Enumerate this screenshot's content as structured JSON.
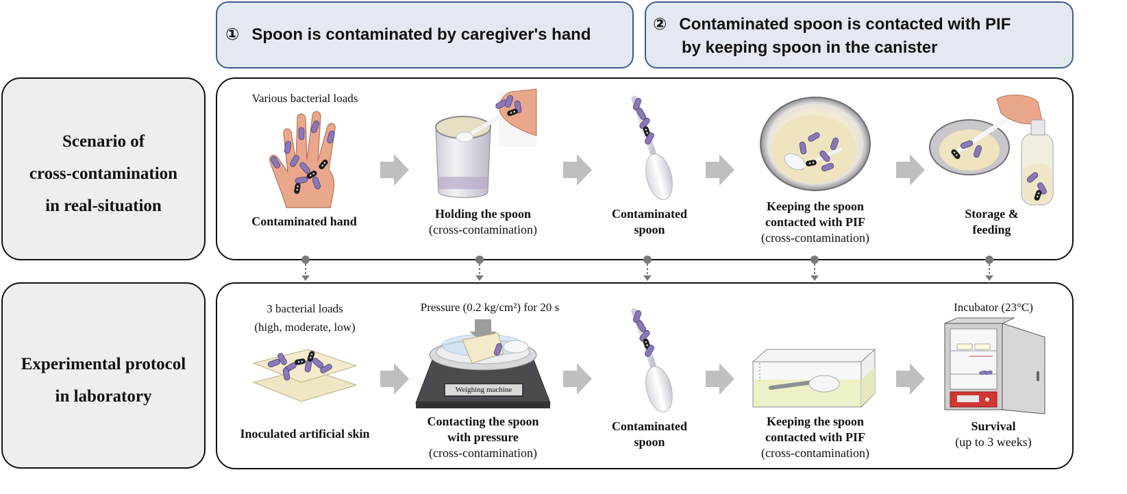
{
  "headers": [
    {
      "number": "①",
      "lines": [
        "Spoon is contaminated by caregiver's hand"
      ]
    },
    {
      "number": "②",
      "lines": [
        "Contaminated spoon is contacted with PIF",
        "by keeping spoon in the canister"
      ]
    }
  ],
  "rows": [
    {
      "label_lines": [
        "Scenario of",
        "cross-contamination",
        "in real-situation"
      ],
      "steps": [
        {
          "top_note": "Various bacterial loads",
          "bold_lines": [
            "Contaminated hand"
          ],
          "normal_lines": []
        },
        {
          "top_note": "",
          "bold_lines": [
            "Holding the spoon"
          ],
          "normal_lines": [
            "(cross-contamination)"
          ]
        },
        {
          "top_note": "",
          "bold_lines": [
            "Contaminated",
            "spoon"
          ],
          "normal_lines": []
        },
        {
          "top_note": "",
          "bold_lines": [
            "Keeping the spoon",
            "contacted with PIF"
          ],
          "normal_lines": [
            "(cross-contamination)"
          ]
        },
        {
          "top_note": "",
          "bold_lines": [
            "Storage &",
            "feeding"
          ],
          "normal_lines": []
        }
      ]
    },
    {
      "label_lines": [
        "Experimental protocol",
        "in laboratory"
      ],
      "steps": [
        {
          "top_note_lines": [
            "3 bacterial loads",
            "(high, moderate, low)"
          ],
          "bold_lines": [
            "Inoculated artificial skin"
          ],
          "normal_lines": []
        },
        {
          "top_note_lines": [
            "Pressure (0.2 kg/cm²)  for 20 s"
          ],
          "bold_lines": [
            "Contacting the spoon",
            "with pressure"
          ],
          "normal_lines": [
            "(cross-contamination)"
          ],
          "scale_label": "Weighing  machine"
        },
        {
          "top_note_lines": [],
          "bold_lines": [
            "Contaminated",
            "spoon"
          ],
          "normal_lines": []
        },
        {
          "top_note_lines": [],
          "bold_lines": [
            "Keeping the spoon",
            "contacted with PIF"
          ],
          "normal_lines": [
            "(cross-contamination)"
          ]
        },
        {
          "top_note_lines": [
            "Incubator (23°C)"
          ],
          "bold_lines": [
            "Survival"
          ],
          "normal_lines": [
            "(up to 3 weeks)"
          ]
        }
      ]
    }
  ],
  "colors": {
    "header_fill": "#e4e9f1",
    "header_border": "#3e5a8e",
    "bacteria": "#8a78b8",
    "arrow": "#bfbfbf",
    "connector": "#7a7a7a"
  }
}
